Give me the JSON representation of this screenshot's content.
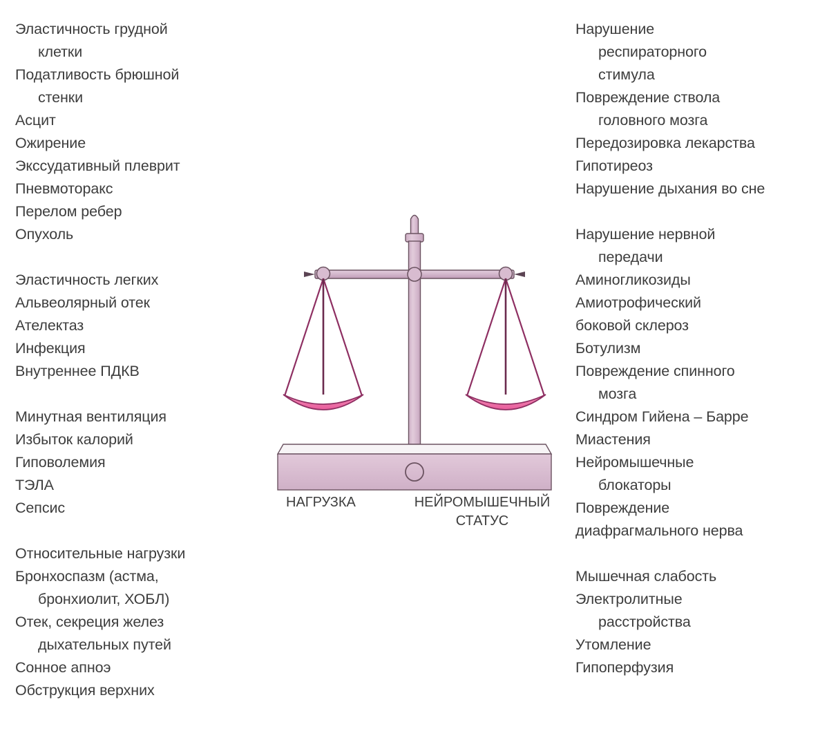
{
  "diagram": {
    "title": "Баланс: нагрузка и нейромышечный статус",
    "colors": {
      "pan_fill": "#ef7fae",
      "frame_fill": "#d9bdd0",
      "frame_stroke": "#6b5361",
      "base_top": "#f5f2f4",
      "string": "#8e2f62",
      "text": "#3d3d3d",
      "background": "#ffffff"
    },
    "scale": {
      "left_label": "НАГРУЗКА",
      "right_label": "НЕЙРОМЫШЕЧНЫЙ\nСТАТУС",
      "state": "balanced"
    }
  },
  "left_column": {
    "groups": [
      {
        "entries": [
          {
            "line1": "Эластичность грудной",
            "line2": "клетки"
          },
          {
            "line1": "Податливость брюшной",
            "line2": "стенки"
          },
          {
            "line1": "Асцит"
          },
          {
            "line1": "Ожирение"
          },
          {
            "line1": "Экссудативный плеврит"
          },
          {
            "line1": "Пневмоторакс"
          },
          {
            "line1": "Перелом ребер"
          },
          {
            "line1": "Опухоль"
          }
        ]
      },
      {
        "entries": [
          {
            "line1": "Эластичность легких"
          },
          {
            "line1": "Альвеолярный отек"
          },
          {
            "line1": "Ателектаз"
          },
          {
            "line1": "Инфекция"
          },
          {
            "line1": "Внутреннее ПДКВ"
          }
        ]
      },
      {
        "entries": [
          {
            "line1": "Минутная вентиляция"
          },
          {
            "line1": "Избыток калорий"
          },
          {
            "line1": "Гиповолемия"
          },
          {
            "line1": "ТЭЛА"
          },
          {
            "line1": "Сепсис"
          }
        ]
      },
      {
        "entries": [
          {
            "line1": "Относительные нагрузки"
          },
          {
            "line1": "Бронхоспазм (астма,",
            "line2": "бронхиолит, ХОБЛ)"
          },
          {
            "line1": "Отек, секреция желез",
            "line2": "дыхательных путей"
          },
          {
            "line1": "Сонное апноэ"
          },
          {
            "line1": "Обструкция верхних"
          }
        ]
      }
    ]
  },
  "right_column": {
    "groups": [
      {
        "entries": [
          {
            "line1": "Нарушение",
            "line2": "респираторного",
            "line3": "стимула"
          },
          {
            "line1": "Повреждение ствола",
            "line2": "головного мозга"
          },
          {
            "line1": "Передозировка лекарства"
          },
          {
            "line1": "Гипотиреоз"
          },
          {
            "line1": "Нарушение дыхания во сне"
          }
        ]
      },
      {
        "entries": [
          {
            "line1": "Нарушение нервной",
            "line2": "передачи"
          },
          {
            "line1": "Аминогликозиды"
          },
          {
            "line1": "Амиотрофический"
          },
          {
            "line1": "боковой склероз"
          },
          {
            "line1": "Ботулизм"
          },
          {
            "line1": "Повреждение спинного",
            "line2": "мозга"
          },
          {
            "line1": "Синдром Гийена – Барре"
          },
          {
            "line1": "Миастения"
          },
          {
            "line1": "Нейромышечные",
            "line2": "блокаторы"
          },
          {
            "line1": "Повреждение"
          },
          {
            "line1": "диафрагмального нерва"
          }
        ]
      },
      {
        "entries": [
          {
            "line1": "Мышечная слабость"
          },
          {
            "line1": "Электролитные",
            "line2": "расстройства"
          },
          {
            "line1": "Утомление"
          },
          {
            "line1": "Гипоперфузия"
          }
        ]
      }
    ]
  }
}
